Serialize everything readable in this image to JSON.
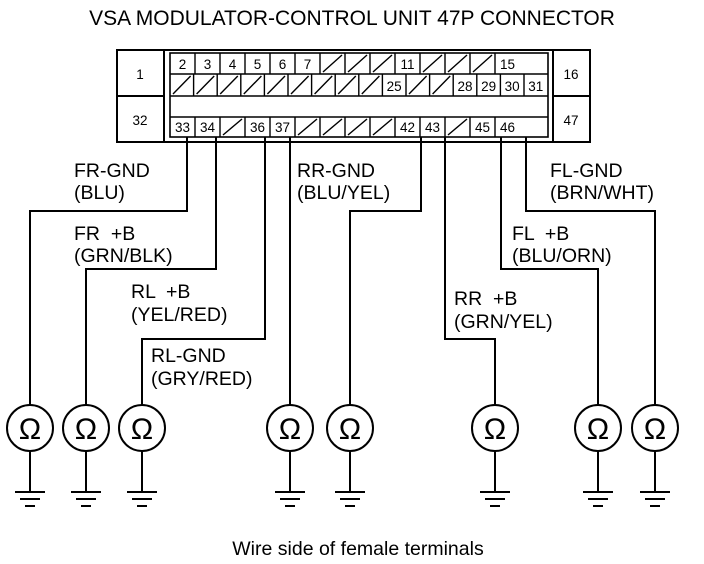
{
  "title": "VSA MODULATOR-CONTROL UNIT 47P CONNECTOR",
  "caption": "Wire side of female terminals",
  "connector": {
    "left_top": "1",
    "left_bottom": "32",
    "right_top": "16",
    "right_bottom": "47",
    "row1": [
      "2",
      "3",
      "4",
      "5",
      "6",
      "7",
      "",
      "",
      "",
      "11",
      "",
      "",
      "",
      "15"
    ],
    "row2": [
      "",
      "",
      "",
      "",
      "",
      "",
      "",
      "",
      "",
      "25",
      "",
      "",
      "28",
      "29",
      "30",
      "31"
    ],
    "row3": [
      "33",
      "34",
      "",
      "36",
      "37",
      "",
      "",
      "",
      "",
      "42",
      "43",
      "",
      "45",
      "46"
    ]
  },
  "wires": [
    {
      "name": "FR-GND",
      "color": "(BLU)",
      "pin": "33"
    },
    {
      "name": "FR  +B",
      "color": "(GRN/BLK)",
      "pin": "34"
    },
    {
      "name": "RL  +B",
      "color": "(YEL/RED)",
      "pin": "36"
    },
    {
      "name": "RL-GND",
      "color": "(GRY/RED)",
      "pin": "37"
    },
    {
      "name": "RR-GND",
      "color": "(BLU/YEL)",
      "pin": "42"
    },
    {
      "name": "RR  +B",
      "color": "(GRN/YEL)",
      "pin": "43"
    },
    {
      "name": "FL  +B",
      "color": "(BLU/ORN)",
      "pin": "45"
    },
    {
      "name": "FL-GND",
      "color": "(BRN/WHT)",
      "pin": "46"
    }
  ],
  "meter_symbol": "Ω",
  "meter_count": 8
}
